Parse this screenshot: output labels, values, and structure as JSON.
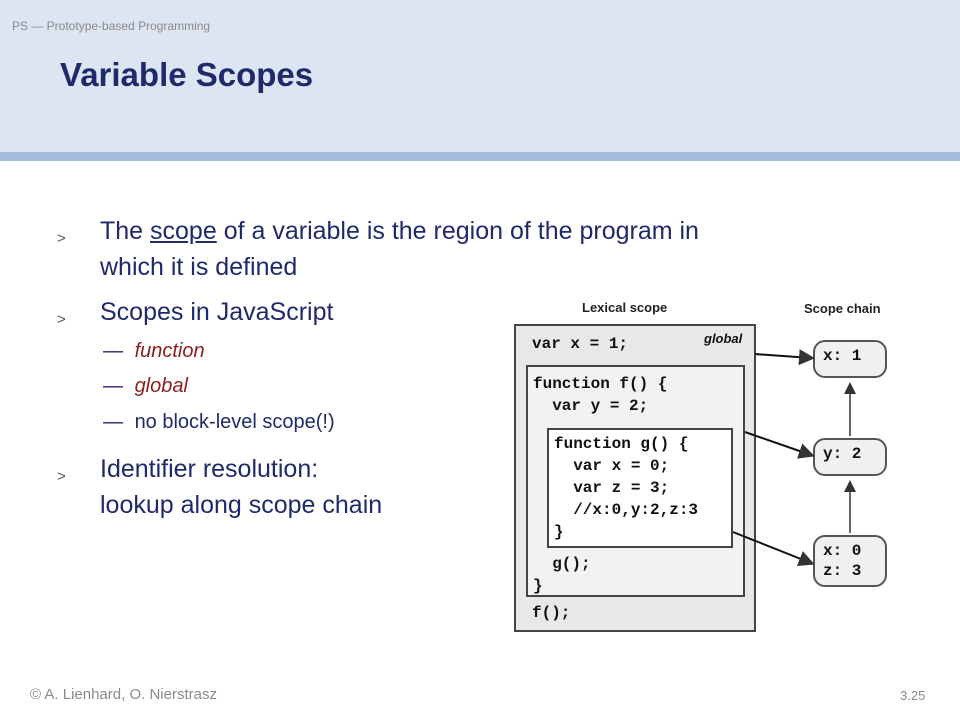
{
  "header": {
    "course": "PS — Prototype-based Programming",
    "title": "Variable Scopes"
  },
  "bullets": {
    "b1_line1_pre": "The ",
    "b1_line1_scope": "scope",
    "b1_line1_post": " of a variable is the region of the program in",
    "b1_line2": "which it is defined",
    "b2": "Scopes in JavaScript",
    "sub": [
      {
        "dash": "—",
        "text": "function"
      },
      {
        "dash": "—",
        "text": "global"
      },
      {
        "dash": "—",
        "text": "no block-level scope(!)"
      }
    ],
    "b3_line1": "Identifier resolution:",
    "b3_line2": "lookup along scope chain",
    "marker": ">"
  },
  "figure": {
    "lexical_label": "Lexical scope",
    "chain_label": "Scope chain",
    "global_label": "global",
    "global_code_top": "var x = 1;",
    "f_code_top": "function f() {\n  var y = 2;",
    "g_code": "function g() {\n  var x = 0;\n  var z = 3;\n  //x:0,y:2,z:3\n}",
    "f_code_bottom": "  g();\n}",
    "global_code_bottom": "f();",
    "node1": "x: 1",
    "node2": "y: 2",
    "node3": "x: 0\nz: 3"
  },
  "footer": {
    "authors": "© A. Lienhard, O. Nierstrasz",
    "page": "3.25"
  }
}
